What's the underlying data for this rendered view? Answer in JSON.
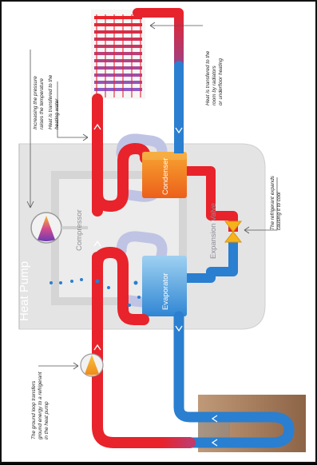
{
  "title": "Heat Pump",
  "components": {
    "compressor": "Compressor",
    "condenser": "Condenser",
    "evaporator": "Evaporator",
    "expansion_valve": "Expansion Valve"
  },
  "notes": {
    "pressure": [
      "Increasing the pressure",
      "raises the temperature"
    ],
    "heating_water": [
      "Heat is transfered to the",
      "heating water"
    ],
    "room": [
      "Heat is transfered to the",
      "room by radiators",
      "or underfloor heating"
    ],
    "expands": [
      "The refrigerant expands",
      "causing it to cool"
    ],
    "ground": [
      "The ground loop transfers",
      "ground energy to a refrigerant",
      "in the heat pump"
    ]
  },
  "colors": {
    "hot": "#e8232b",
    "cold": "#2a7fd0",
    "refrigerant": "#b9bedc",
    "housing": "#e5e5e5",
    "condenser": "#f07b1e",
    "evaporator": "#4fa6df",
    "valve": "#f6b21b",
    "ground": "#a67b5b"
  }
}
